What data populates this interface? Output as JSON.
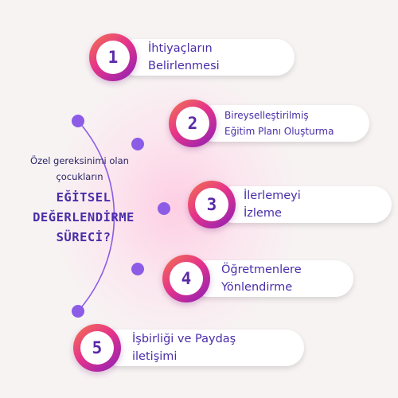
{
  "intro": {
    "line1": "Özel gereksinimi olan",
    "line2": "çocukların"
  },
  "headline": {
    "line1": "EĞİTSEL",
    "line2": "DEĞERLENDİRME",
    "line3": "SÜRECİ?"
  },
  "steps": [
    {
      "number": "1",
      "label": "İhtiyaçların\nBelirlenmesi"
    },
    {
      "number": "2",
      "label": "Bireyselleştirilmiş\nEğitim Planı Oluşturma"
    },
    {
      "number": "3",
      "label": "İlerlemeyi\nİzleme"
    },
    {
      "number": "4",
      "label": "Öğretmenlere\nYönlendirme"
    },
    {
      "number": "5",
      "label": "İşbirliği ve Paydaş\niletişimi"
    }
  ],
  "colors": {
    "accent": "#8c5ce6",
    "text": "#4a2da8",
    "badge_start": "#f2764a",
    "badge_mid": "#e63489",
    "badge_end": "#8a1fb8"
  }
}
